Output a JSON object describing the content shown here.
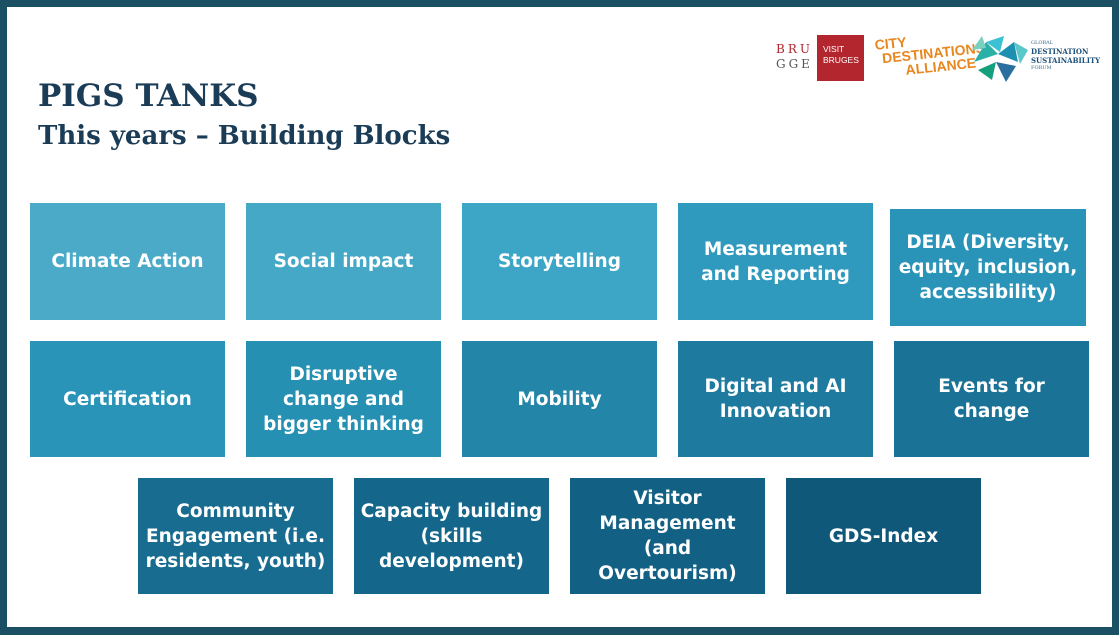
{
  "header": {
    "title": "PIGS TANKS",
    "subtitle": "This years – Building Blocks"
  },
  "logos": {
    "bruges": {
      "row1": "BRU",
      "row2": "GGE"
    },
    "visit_bruges": {
      "line1": "VISIT",
      "line2": "BRUGES"
    },
    "city_destinations_alliance": {
      "line1": "CITY",
      "line2": "DESTINATIONS",
      "line3": "ALLIANCE"
    },
    "gdsf": {
      "line1": "GLOBAL",
      "line2": "DESTINATION",
      "line3": "SUSTAINABILITY",
      "line4": "FORUM"
    }
  },
  "blocks": [
    {
      "label": "Climate Action",
      "color": "#4aaac8"
    },
    {
      "label": "Social impact",
      "color": "#45a8c7"
    },
    {
      "label": "Storytelling",
      "color": "#3da6c7"
    },
    {
      "label": "Measurement and Reporting",
      "color": "#2f9abd"
    },
    {
      "label": "DEIA (Diversity, equity, inclusion, accessibility)",
      "color": "#2a94b8"
    },
    {
      "label": "Certification",
      "color": "#2a94b8"
    },
    {
      "label": "Disruptive change and bigger thinking",
      "color": "#2590b2"
    },
    {
      "label": "Mobility",
      "color": "#2386a8"
    },
    {
      "label": "Digital and AI Innovation",
      "color": "#1e7b9f"
    },
    {
      "label": "Events for change",
      "color": "#1a7396"
    },
    {
      "label": "Community Engagement (i.e. residents, youth)",
      "color": "#176c90"
    },
    {
      "label": "Capacity building (skills development)",
      "color": "#14668a"
    },
    {
      "label": "Visitor Management (and Overtourism)",
      "color": "#126083"
    },
    {
      "label": "GDS-Index",
      "color": "#0f587a"
    }
  ]
}
